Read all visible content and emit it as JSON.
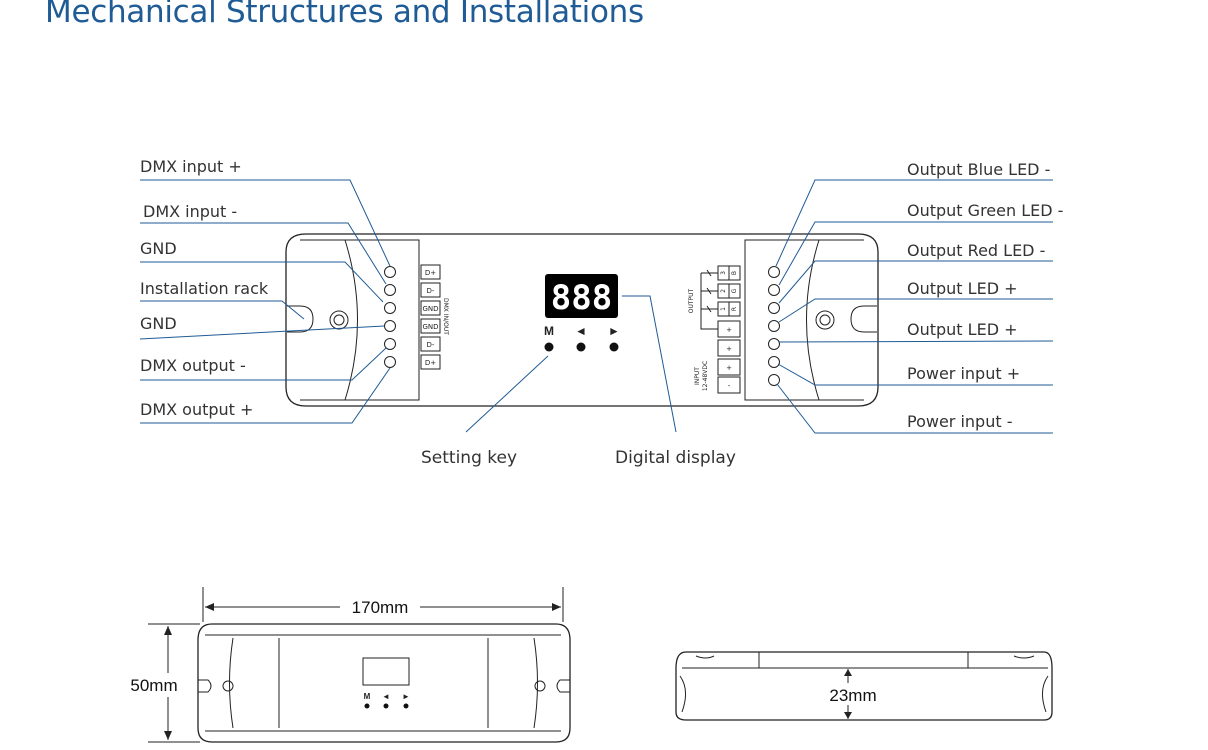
{
  "title": "Mechanical Structures and Installations",
  "labels_left": [
    "DMX input +",
    "DMX input -",
    "GND",
    "Installation rack",
    "GND",
    "DMX output -",
    "DMX output +"
  ],
  "labels_right": [
    "Output Blue LED -",
    "Output Green LED -",
    "Output Red LED -",
    "Output LED +",
    "Output LED +",
    "Power input +",
    "Power input -"
  ],
  "captions": {
    "setting_key": "Setting key",
    "digital_display": "Digital display"
  },
  "device": {
    "display_value": "888",
    "keys": [
      "M",
      "◄",
      "►"
    ],
    "dmx_terminals": [
      "D+",
      "D-",
      "GND",
      "GND",
      "D-",
      "D+"
    ],
    "dmx_block_label": "DMX IN/OUT",
    "output_terminals": [
      "3",
      "2",
      "1"
    ],
    "output_channels": [
      "B",
      "G",
      "R"
    ],
    "plus_terminals": [
      "+",
      "+"
    ],
    "output_block_label": "OUTPUT",
    "input_terminals": [
      "+",
      "-"
    ],
    "input_block_label": "INPUT",
    "input_voltage": "12-48VDC"
  },
  "dimensions": {
    "length": "170mm",
    "width": "50mm",
    "height": "23mm"
  },
  "colors": {
    "title": "#1f5b95",
    "leader_lines": "#1f5b95",
    "display_background": "#000000"
  }
}
